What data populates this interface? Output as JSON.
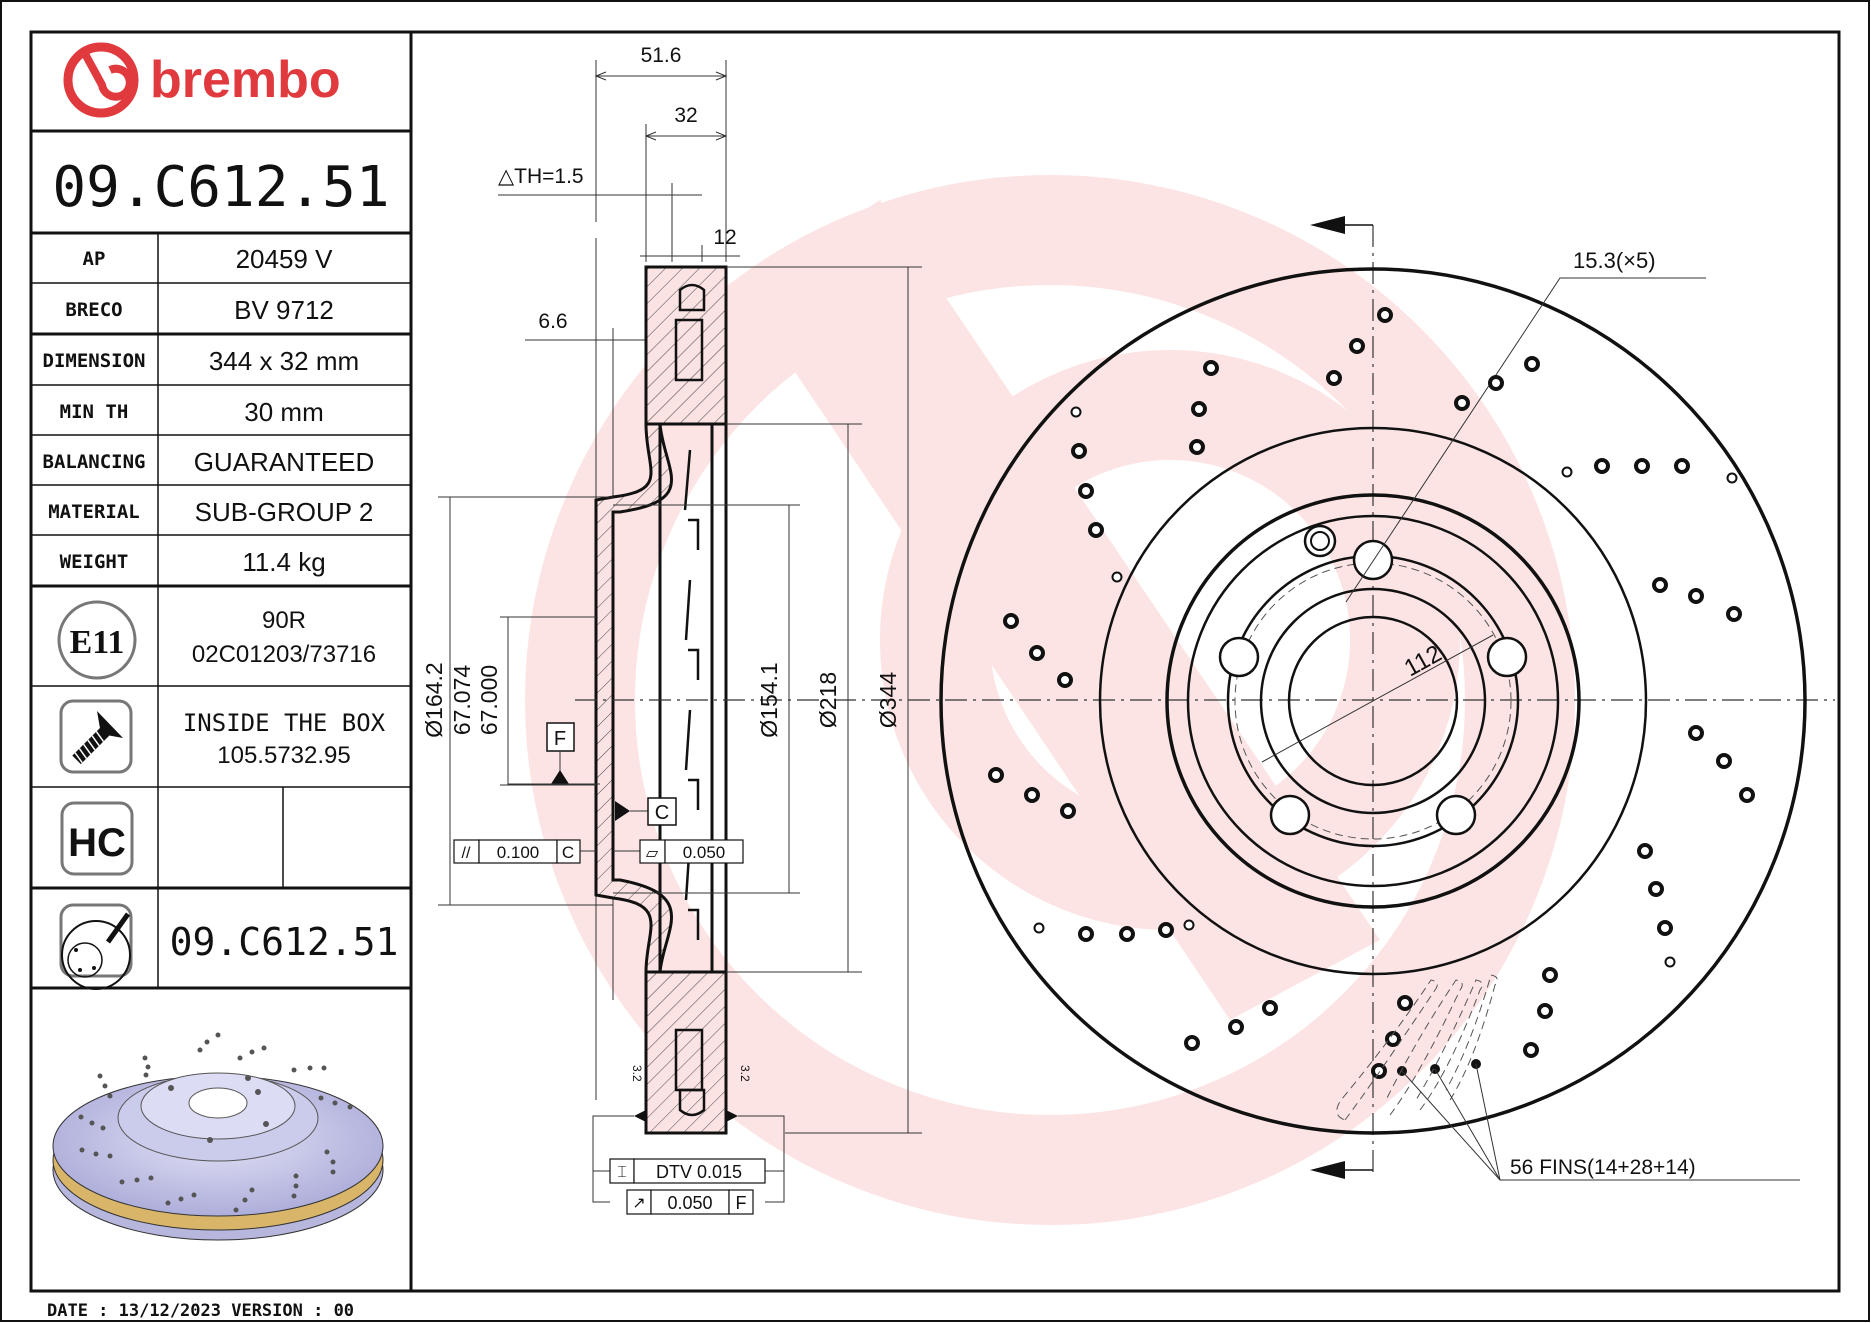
{
  "title_block": {
    "brand": "brembo",
    "part_number": "09.C612.51",
    "rows": [
      {
        "label": "AP",
        "value": "20459 V"
      },
      {
        "label": "BRECO",
        "value": "BV 9712"
      },
      {
        "label": "DIMENSION",
        "value": "344 x 32 mm"
      },
      {
        "label": "MIN TH",
        "value": "30 mm"
      },
      {
        "label": "BALANCING",
        "value": "GUARANTEED"
      },
      {
        "label": "MATERIAL",
        "value": "SUB-GROUP 2"
      },
      {
        "label": "WEIGHT",
        "value": "11.4 kg"
      }
    ],
    "homologation": {
      "icon": "e11-approval-icon",
      "badge": "E11",
      "line1": "90R",
      "line2": "02C01203/73716"
    },
    "screws": {
      "icon": "screw-icon",
      "line1": "INSIDE THE BOX",
      "line2": "105.5732.95"
    },
    "hc": {
      "icon": "hc-high-carbon-icon",
      "badge": "HC"
    },
    "disc_ref": {
      "icon": "disc-marking-icon",
      "value": "09.C612.51"
    },
    "footer": "DATE : 13/12/2023 VERSION : 00"
  },
  "section_view": {
    "dims": {
      "overall_height": "51.6",
      "thickness": "32",
      "delta_th": "△TH=1.5",
      "vane_width": "12",
      "hat_thickness": "6.6",
      "d_164": "Ø164.2",
      "d_67_upper": "67.074",
      "d_67_lower": "67.000",
      "d_67_symbol": "Ø",
      "d_154": "Ø154.1",
      "d_218": "Ø218",
      "d_344": "Ø344",
      "roughness_left": "3.2",
      "roughness_right": "3.2"
    },
    "datums": {
      "f": "F",
      "c": "C"
    },
    "tolerances": {
      "parallelism": {
        "symbol": "//",
        "value": "0.100",
        "datum": "C"
      },
      "flatness": {
        "symbol": "▱",
        "value": "0.050"
      },
      "dtv": {
        "symbol": "⌶",
        "value": "DTV 0.015"
      },
      "runout": {
        "symbol": "↗",
        "value": "0.050",
        "datum": "F"
      }
    }
  },
  "front_view": {
    "bolt_hole_note": "15.3(×5)",
    "pcd": "112",
    "fins_note": "56 FINS(14+28+14)"
  },
  "colors": {
    "brand_red": "#e03a3e",
    "watermark": "#fde4e4",
    "line": "#111111",
    "iso_disc": "#c9c9ea",
    "iso_vanes": "#d9b56a"
  }
}
